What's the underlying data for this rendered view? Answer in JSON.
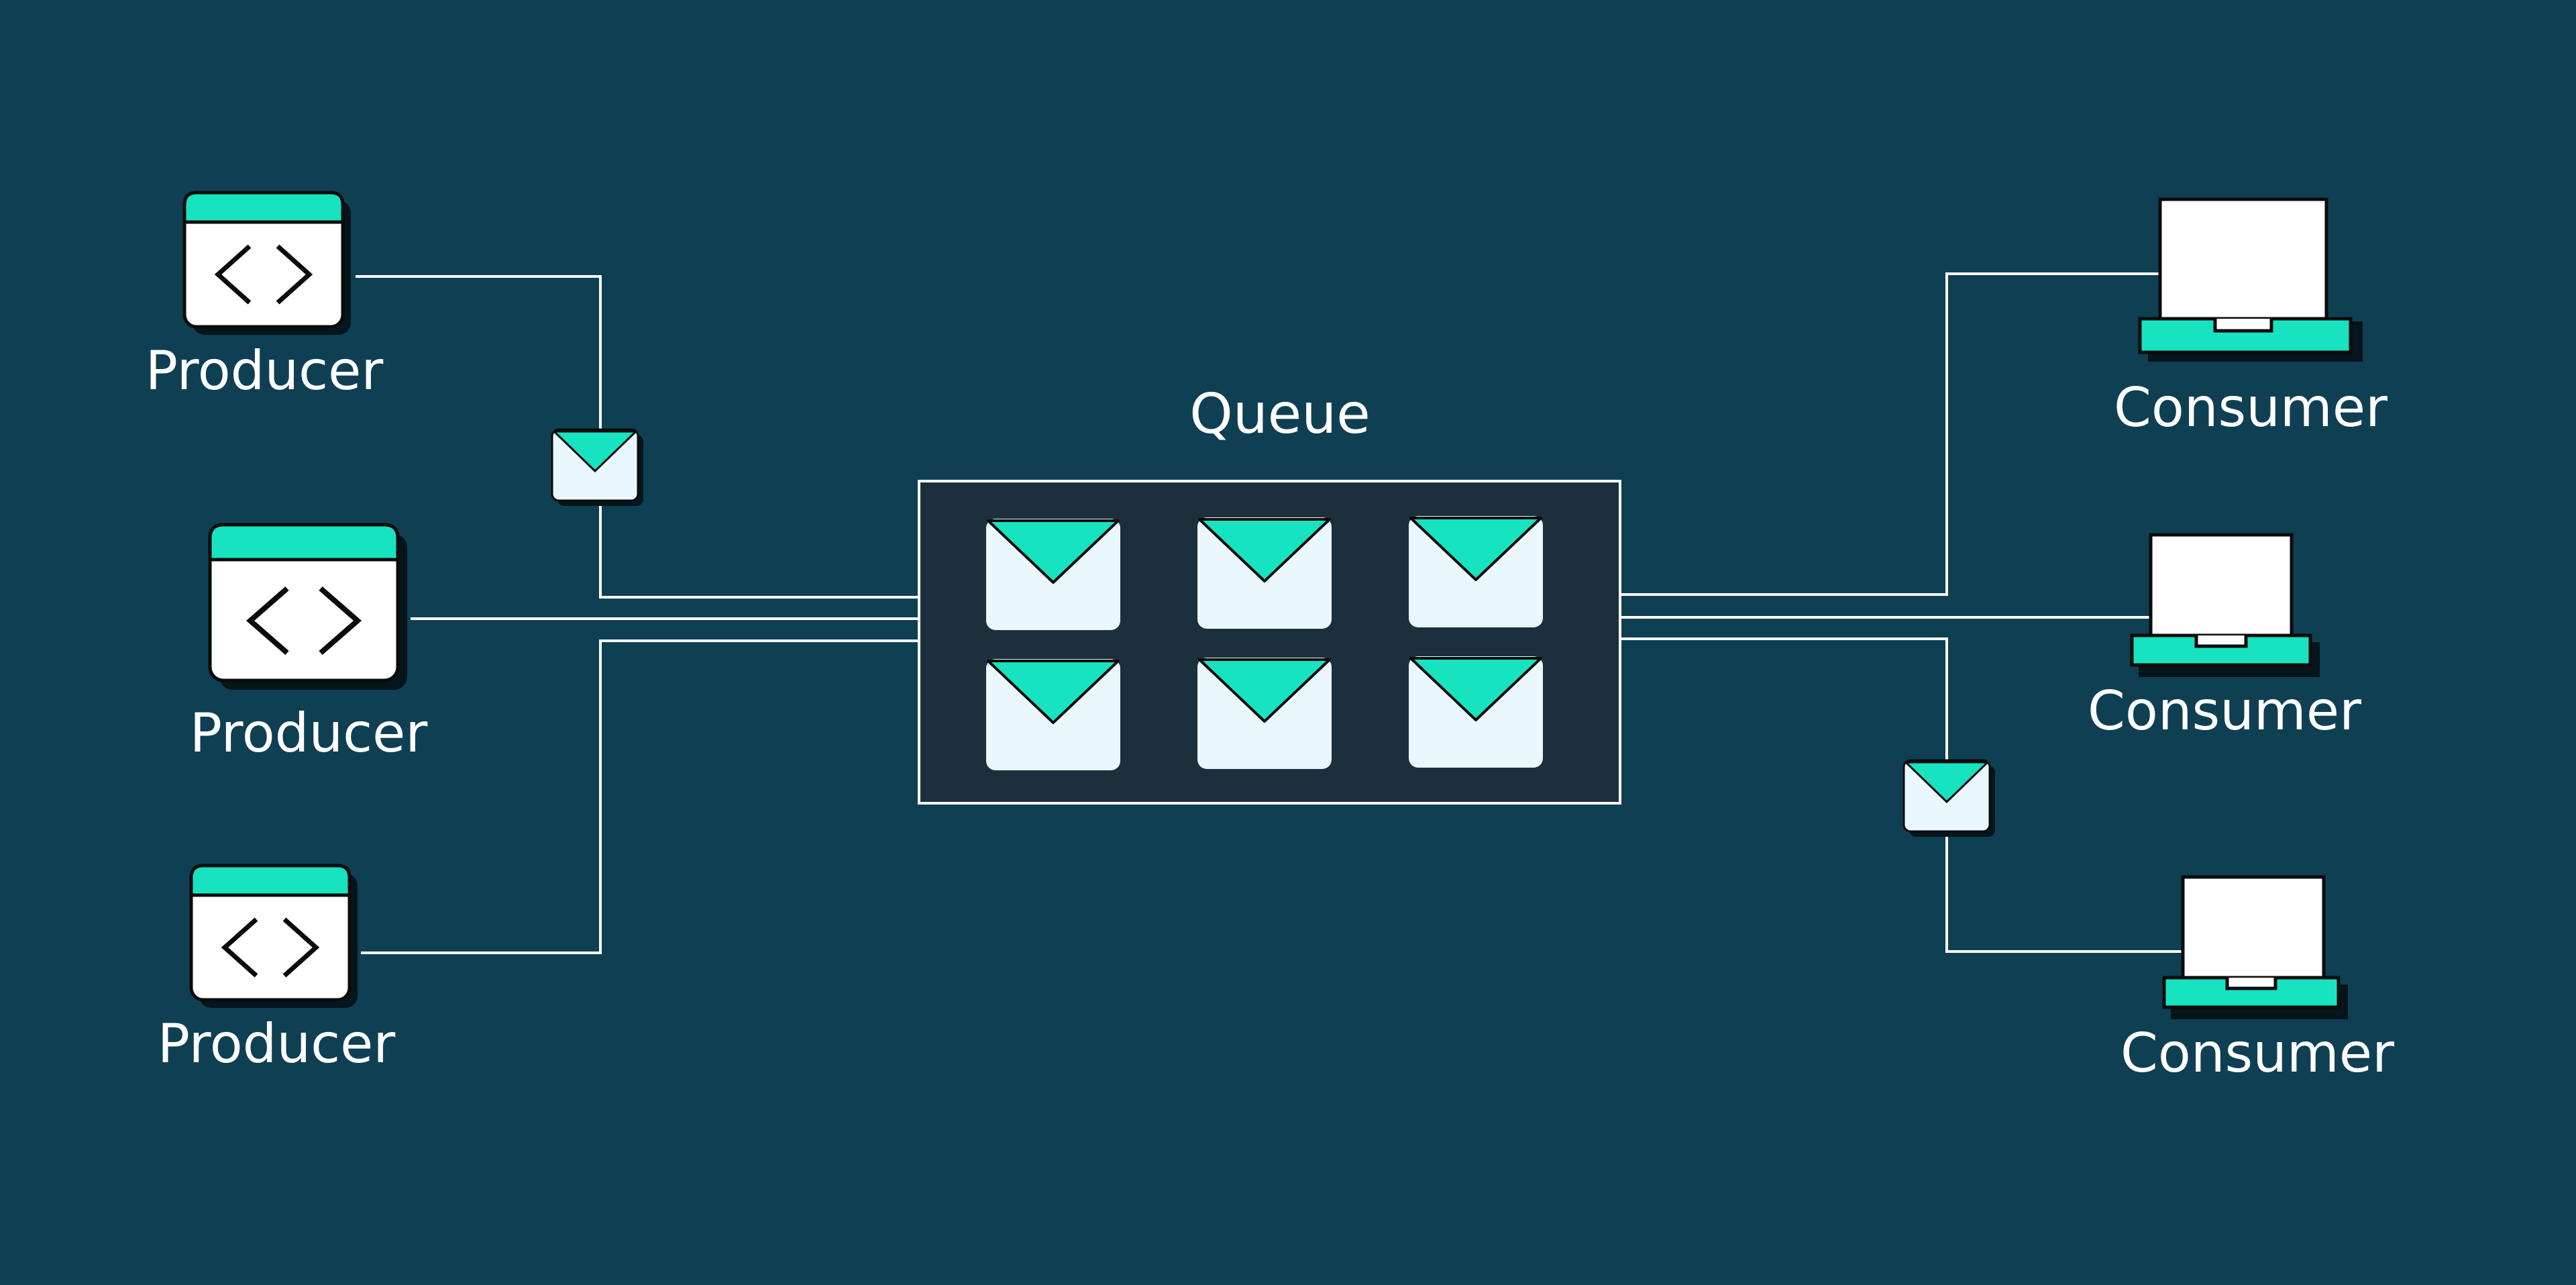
{
  "colors": {
    "background": "#0f3f53",
    "accent": "#17e3c1",
    "card": "#ffffff",
    "envelope_body": "#eaf7fd",
    "queue_fill": "#1c2f3d",
    "line": "#ffffff",
    "shadow": "#06141b",
    "ink": "#0b0b0b"
  },
  "queue": {
    "label": "Queue",
    "message_count": 6
  },
  "producers": [
    {
      "label": "Producer",
      "icon": "code-window-icon"
    },
    {
      "label": "Producer",
      "icon": "code-window-icon"
    },
    {
      "label": "Producer",
      "icon": "code-window-icon"
    }
  ],
  "consumers": [
    {
      "label": "Consumer",
      "icon": "laptop-icon"
    },
    {
      "label": "Consumer",
      "icon": "laptop-icon"
    },
    {
      "label": "Consumer",
      "icon": "laptop-icon"
    }
  ],
  "in_transit_messages": [
    {
      "between": "producer-1 → queue",
      "icon": "envelope-icon"
    },
    {
      "between": "queue → consumer-3",
      "icon": "envelope-icon"
    }
  ]
}
